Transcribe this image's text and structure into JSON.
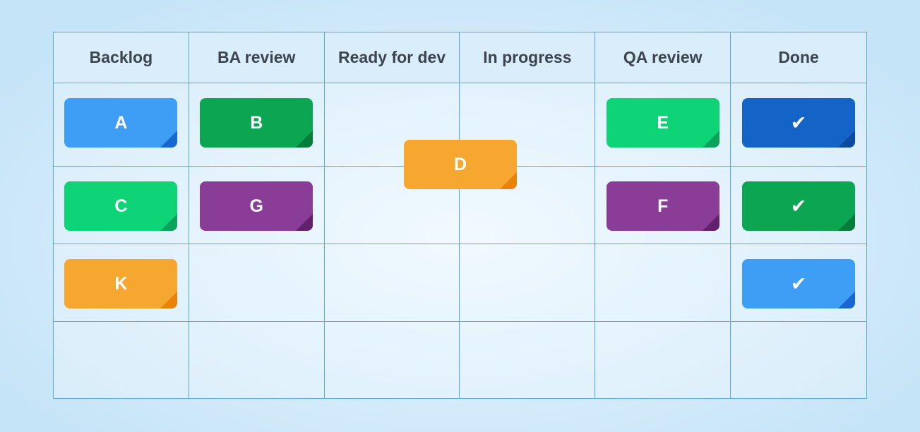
{
  "board": {
    "columns": [
      {
        "id": "backlog",
        "label": "Backlog"
      },
      {
        "id": "ba-review",
        "label": "BA review"
      },
      {
        "id": "ready-for-dev",
        "label": "Ready for dev"
      },
      {
        "id": "in-progress",
        "label": "In progress"
      },
      {
        "id": "qa-review",
        "label": "QA review"
      },
      {
        "id": "done",
        "label": "Done"
      }
    ],
    "rows": 4,
    "cards": [
      {
        "label": "A",
        "column": 0,
        "row": 0,
        "color": "blue"
      },
      {
        "label": "B",
        "column": 1,
        "row": 0,
        "color": "green"
      },
      {
        "label": "E",
        "column": 4,
        "row": 0,
        "color": "emerald"
      },
      {
        "label": "",
        "icon": "check",
        "column": 5,
        "row": 0,
        "color": "darkblue"
      },
      {
        "label": "C",
        "column": 0,
        "row": 1,
        "color": "emerald"
      },
      {
        "label": "G",
        "column": 1,
        "row": 1,
        "color": "purple"
      },
      {
        "label": "F",
        "column": 4,
        "row": 1,
        "color": "purple"
      },
      {
        "label": "",
        "icon": "check",
        "column": 5,
        "row": 1,
        "color": "green"
      },
      {
        "label": "K",
        "column": 0,
        "row": 2,
        "color": "orange"
      },
      {
        "label": "",
        "icon": "check",
        "column": 5,
        "row": 2,
        "color": "blue"
      }
    ],
    "dragging_card": {
      "label": "D",
      "color": "orange",
      "between_columns": [
        "Ready for dev",
        "In progress"
      ]
    }
  },
  "icons": {
    "check": "✔"
  },
  "colors": {
    "theme": {
      "bg-outer": "#C5E4F7",
      "bg-inner": "#EAF7FF",
      "grid-line": "#56AAEB",
      "header-bg": "#D9EDFB",
      "cell-bg": "rgba(255,255,255,0.30)",
      "header-text": "#3C4450"
    },
    "cards": {
      "blue": {
        "base": "#3E9EF5",
        "fold": "#1668CE"
      },
      "darkblue": {
        "base": "#1463C6",
        "fold": "#0B4A9E"
      },
      "green": {
        "base": "#0CA653",
        "fold": "#047D39"
      },
      "emerald": {
        "base": "#0FD377",
        "fold": "#09A35B"
      },
      "purple": {
        "base": "#8A3D97",
        "fold": "#63216D"
      },
      "orange": {
        "base": "#F6A72F",
        "fold": "#E8820B"
      }
    }
  }
}
